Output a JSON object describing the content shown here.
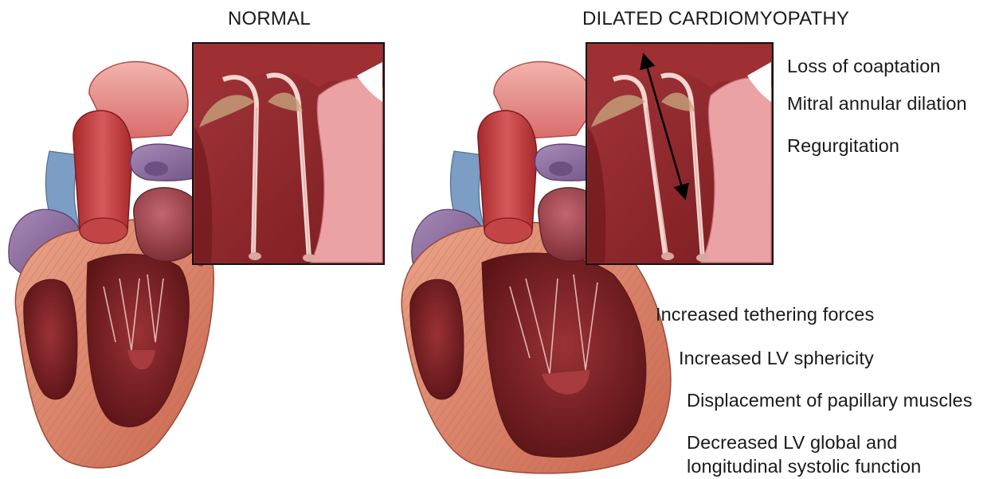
{
  "panels": {
    "normal": {
      "title": "NORMAL"
    },
    "dilated": {
      "title": "DILATED CARDIOMYOPATHY"
    }
  },
  "annotations": {
    "valve": {
      "loss_of_coaptation": "Loss of coaptation",
      "mitral_annular_dilation": "Mitral annular dilation",
      "regurgitation": "Regurgitation"
    },
    "ventricle": {
      "tethering": "Increased tethering forces",
      "sphericity": "Increased LV sphericity",
      "papillary": "Displacement of papillary muscles",
      "systolic_line1": "Decreased LV global and",
      "systolic_line2": "longitudinal systolic function"
    }
  },
  "colors": {
    "myocardium": "#d9826a",
    "myocardium_light": "#eaa489",
    "cavity": "#7a1f22",
    "aorta": "#c24447",
    "pulmonary_artery": "#8b6a9a",
    "vein_blue": "#7c9ec4",
    "atrium": "#9c3c44",
    "inset_bg": "#8e2428",
    "valve_highlight": "#f2d6cf",
    "arrow": "#000000"
  },
  "icons": {
    "coaptation_arrow": "double-headed-arrow"
  }
}
